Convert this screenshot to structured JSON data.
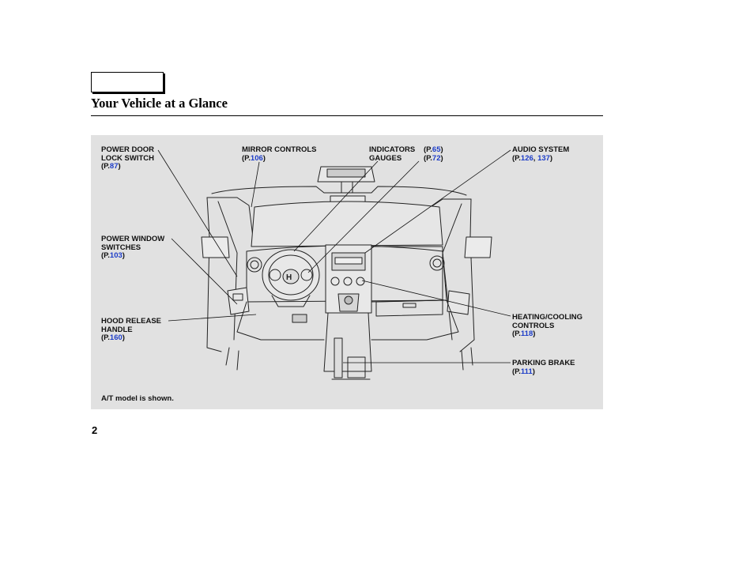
{
  "header": {
    "title": "Your Vehicle at a Glance"
  },
  "callouts": {
    "power_door_lock": {
      "line1": "POWER DOOR",
      "line2": "LOCK SWITCH",
      "page": "87"
    },
    "mirror_controls": {
      "line1": "MIRROR CONTROLS",
      "page": "106"
    },
    "indicators": {
      "line1": "INDICATORS",
      "line2": "GAUGES",
      "page1": "65",
      "page2": "72"
    },
    "audio_system": {
      "line1": "AUDIO SYSTEM",
      "page1": "126",
      "page2": "137"
    },
    "power_window": {
      "line1": "POWER WINDOW",
      "line2": "SWITCHES",
      "page": "103"
    },
    "hood_release": {
      "line1": "HOOD RELEASE",
      "line2": "HANDLE",
      "page": "160"
    },
    "heating_cooling": {
      "line1": "HEATING/COOLING",
      "line2": "CONTROLS",
      "page": "118"
    },
    "parking_brake": {
      "line1": "PARKING BRAKE",
      "page": "111"
    }
  },
  "note": "A/T model is shown.",
  "footer": {
    "page_number": "2"
  },
  "colors": {
    "panel_background": "#e1e1e1",
    "page_link": "#1c3cc8"
  }
}
